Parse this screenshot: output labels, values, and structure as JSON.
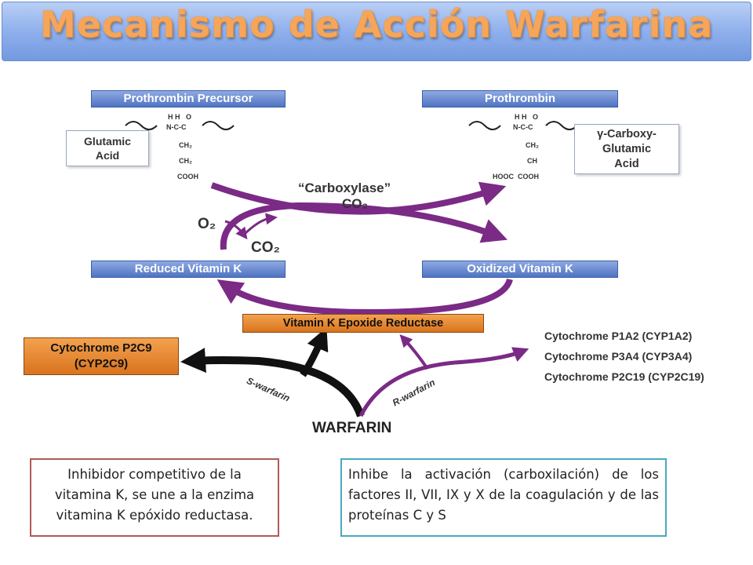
{
  "title": "Mecanismo de Acción Warfarina",
  "diagram": {
    "prothrombin_precursor": "Prothrombin Precursor",
    "prothrombin": "Prothrombin",
    "glutamic_acid_line1": "Glutamic",
    "glutamic_acid_line2": "Acid",
    "gamma_line1": "γ-Carboxy-",
    "gamma_line2": "Glutamic",
    "gamma_line3": "Acid",
    "carboxylase": "“Carboxylase”",
    "co2_center": "CO₂",
    "o2": "O₂",
    "co2_left": "CO₂",
    "reduced_vitamin_k": "Reduced Vitamin K",
    "oxidized_vitamin_k": "Oxidized Vitamin K",
    "epoxide_reductase": "Vitamin K Epoxide Reductase",
    "cyp2c9_line1": "Cytochrome P2C9",
    "cyp2c9_line2": "(CYP2C9)",
    "cyp1a2": "Cytochrome P1A2 (CYP1A2)",
    "cyp3a4": "Cytochrome P3A4 (CYP3A4)",
    "cyp2c19": "Cytochrome P2C19 (CYP2C19)",
    "s_warfarin": "S-warfarin",
    "r_warfarin": "R-warfarin",
    "warfarin": "WARFARIN",
    "chem_left_top": "H H   O",
    "chem_left_mid": "N-C-C",
    "chem_left_ch2a": "CH₂",
    "chem_left_ch2b": "CH₂",
    "chem_left_cooh": "COOH",
    "chem_right_top": "H H   O",
    "chem_right_mid": "N-C-C",
    "chem_right_ch2": "CH₂",
    "chem_right_ch": "CH",
    "chem_right_bottom": "HOOC  COOH"
  },
  "left_box": "Inhibidor competitivo de la vitamina K, se une a la enzima vitamina K epóxido reductasa.",
  "right_box": "Inhibe la activación (carboxilación) de los factores II, VII, IX y X de la coagulación y de las proteínas C y S",
  "colors": {
    "purple_arrow": "#7b2a86",
    "black_arrow": "#111111",
    "title_text": "#f5a65b",
    "blue_bar": "#4f74c2",
    "orange_bar": "#e07f28"
  }
}
